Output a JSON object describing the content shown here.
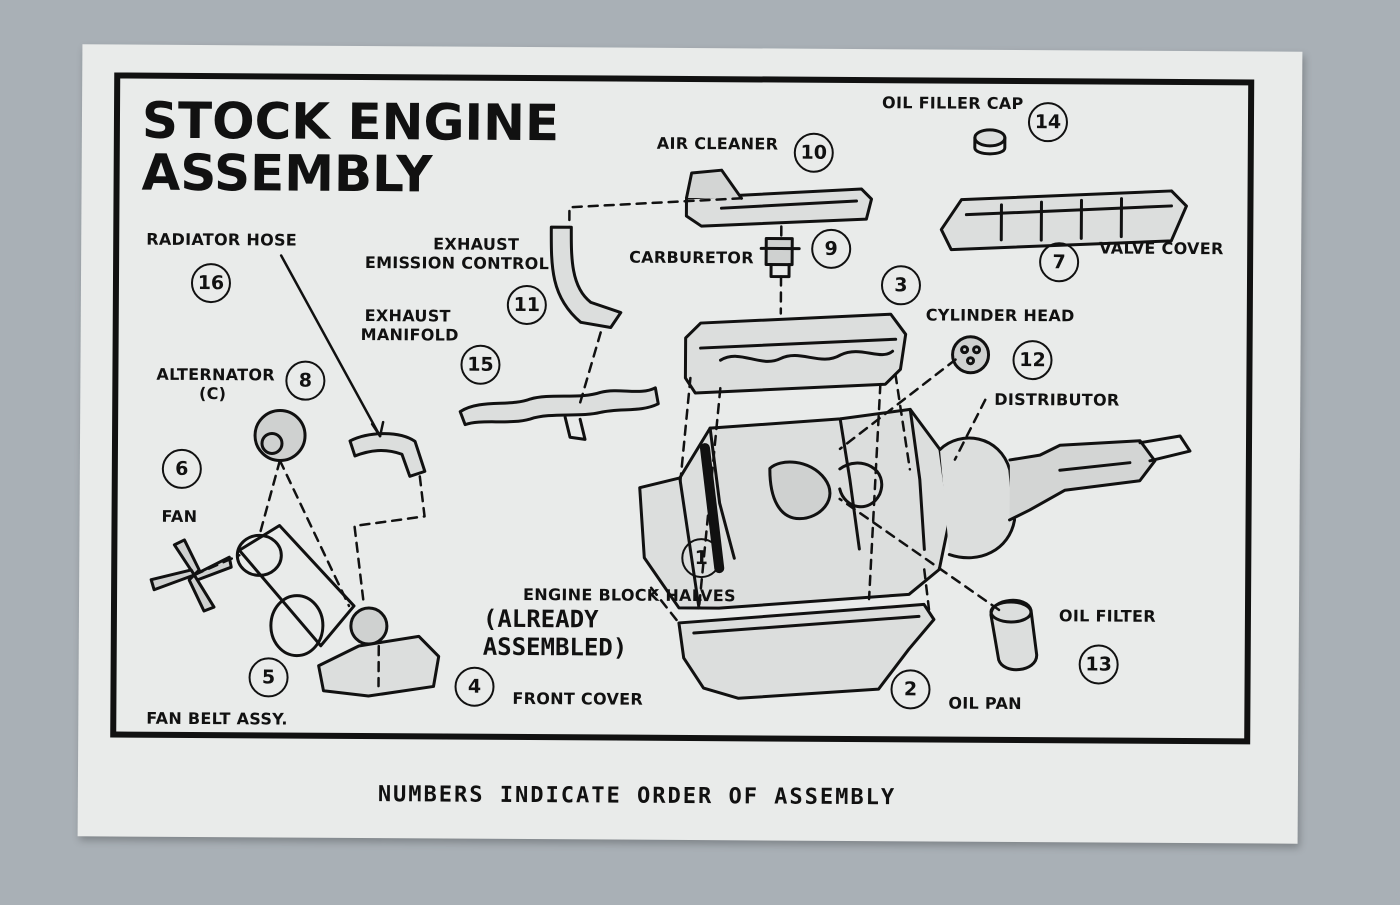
{
  "title_line1": "STOCK ENGINE",
  "title_line2": "ASSEMBLY",
  "footer": "NUMBERS INDICATE ORDER OF ASSEMBLY",
  "already_line1": "(ALREADY",
  "already_line2": "ASSEMBLED)",
  "parts": {
    "engine_block": {
      "label": "ENGINE BLOCK HALVES",
      "number": "1"
    },
    "oil_pan": {
      "label": "OIL PAN",
      "number": "2"
    },
    "cylinder_head": {
      "label": "CYLINDER HEAD",
      "number": "3"
    },
    "front_cover": {
      "label": "FRONT COVER",
      "number": "4"
    },
    "fan_belt": {
      "label": "FAN BELT ASSY.",
      "number": "5"
    },
    "fan": {
      "label": "FAN",
      "number": "6"
    },
    "valve_cover": {
      "label": "VALVE COVER",
      "number": "7"
    },
    "alternator": {
      "label_line1": "ALTERNATOR",
      "label_line2": "(C)",
      "number": "8"
    },
    "carburetor": {
      "label": "CARBURETOR",
      "number": "9"
    },
    "air_cleaner": {
      "label": "AIR CLEANER",
      "number": "10"
    },
    "exhaust_emission": {
      "label_line1": "EXHAUST",
      "label_line2": "EMISSION CONTROL",
      "number": "11"
    },
    "distributor": {
      "label": "DISTRIBUTOR",
      "number": "12"
    },
    "oil_filter": {
      "label": "OIL FILTER",
      "number": "13"
    },
    "oil_filler_cap": {
      "label": "OIL FILLER CAP",
      "number": "14"
    },
    "exhaust_manifold": {
      "label_line1": "EXHAUST",
      "label_line2": "MANIFOLD",
      "number": "15"
    },
    "radiator_hose": {
      "label": "RADIATOR HOSE",
      "number": "16"
    }
  }
}
